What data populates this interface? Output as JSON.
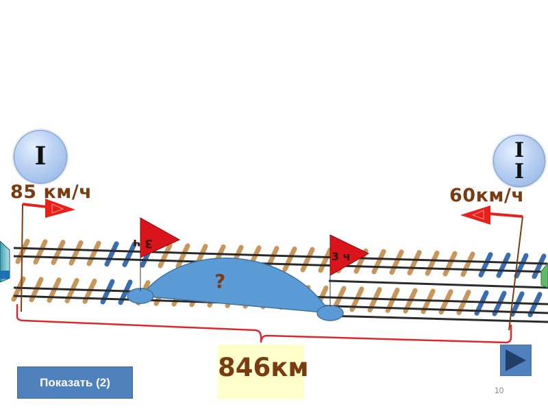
{
  "train_one": {
    "label": "I",
    "speed": "85 км/ч"
  },
  "train_two": {
    "label_top": "I",
    "label_bottom": "I",
    "speed": "60км/ч"
  },
  "flags": {
    "left": "3 ч",
    "right": "3 ч"
  },
  "unknown_mark": "?",
  "distance": "846км",
  "show_button_label": "Показать (2)",
  "page_number": "10",
  "colors": {
    "rail": "#2a2a2a",
    "sleeper": "#c8955a",
    "sleeper_blue": "#3a6db0",
    "hill": "#5b9bd5",
    "arrow": "#e8201a",
    "flag": "#d9141a",
    "brace": "#e0262a",
    "text_brown": "#7a3b10",
    "button": "#4f81bd",
    "distance_bg": "#ffffcc"
  }
}
